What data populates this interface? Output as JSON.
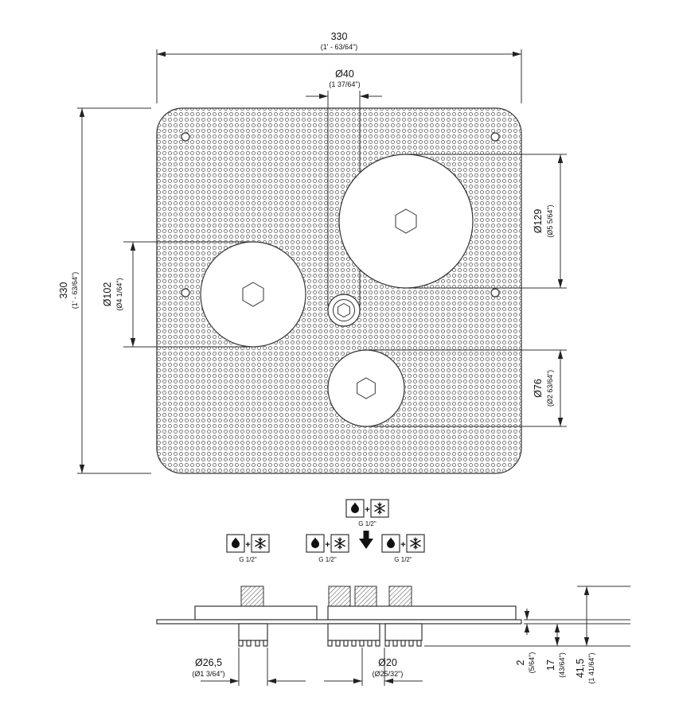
{
  "top_view": {
    "width_mm": "330",
    "width_in": "(1' - 63/64\")",
    "height_mm": "330",
    "height_in": "(1' - 63/64\")",
    "center_dia_mm": "Ø40",
    "center_dia_in": "(1 37/64\")",
    "large_disc_dia_mm": "Ø129",
    "large_disc_dia_in": "(Ø5 5/64\")",
    "medium_disc_dia_mm": "Ø102",
    "medium_disc_dia_in": "(Ø4 1/64\")",
    "small_disc_dia_mm": "Ø76",
    "small_disc_dia_in": "(Ø2 63/64\")"
  },
  "side_view": {
    "nozzle_left_dia_mm": "Ø26,5",
    "nozzle_left_dia_in": "(Ø1 3/64\")",
    "nozzle_right_dia_mm": "Ø20",
    "nozzle_right_dia_in": "(Ø25/32\")",
    "plate_thickness_mm": "2",
    "plate_thickness_in": "(5/64\")",
    "body_height_mm": "17",
    "body_height_in": "(43/64\")",
    "total_height_mm": "41,5",
    "total_height_in": "(1 41/64\")",
    "thread_label": "G 1/2\"",
    "plus": "+"
  },
  "icons": {
    "hot_water": "flame-icon",
    "cold_water": "snowflake-icon",
    "flow_direction": "down-arrow-icon"
  }
}
